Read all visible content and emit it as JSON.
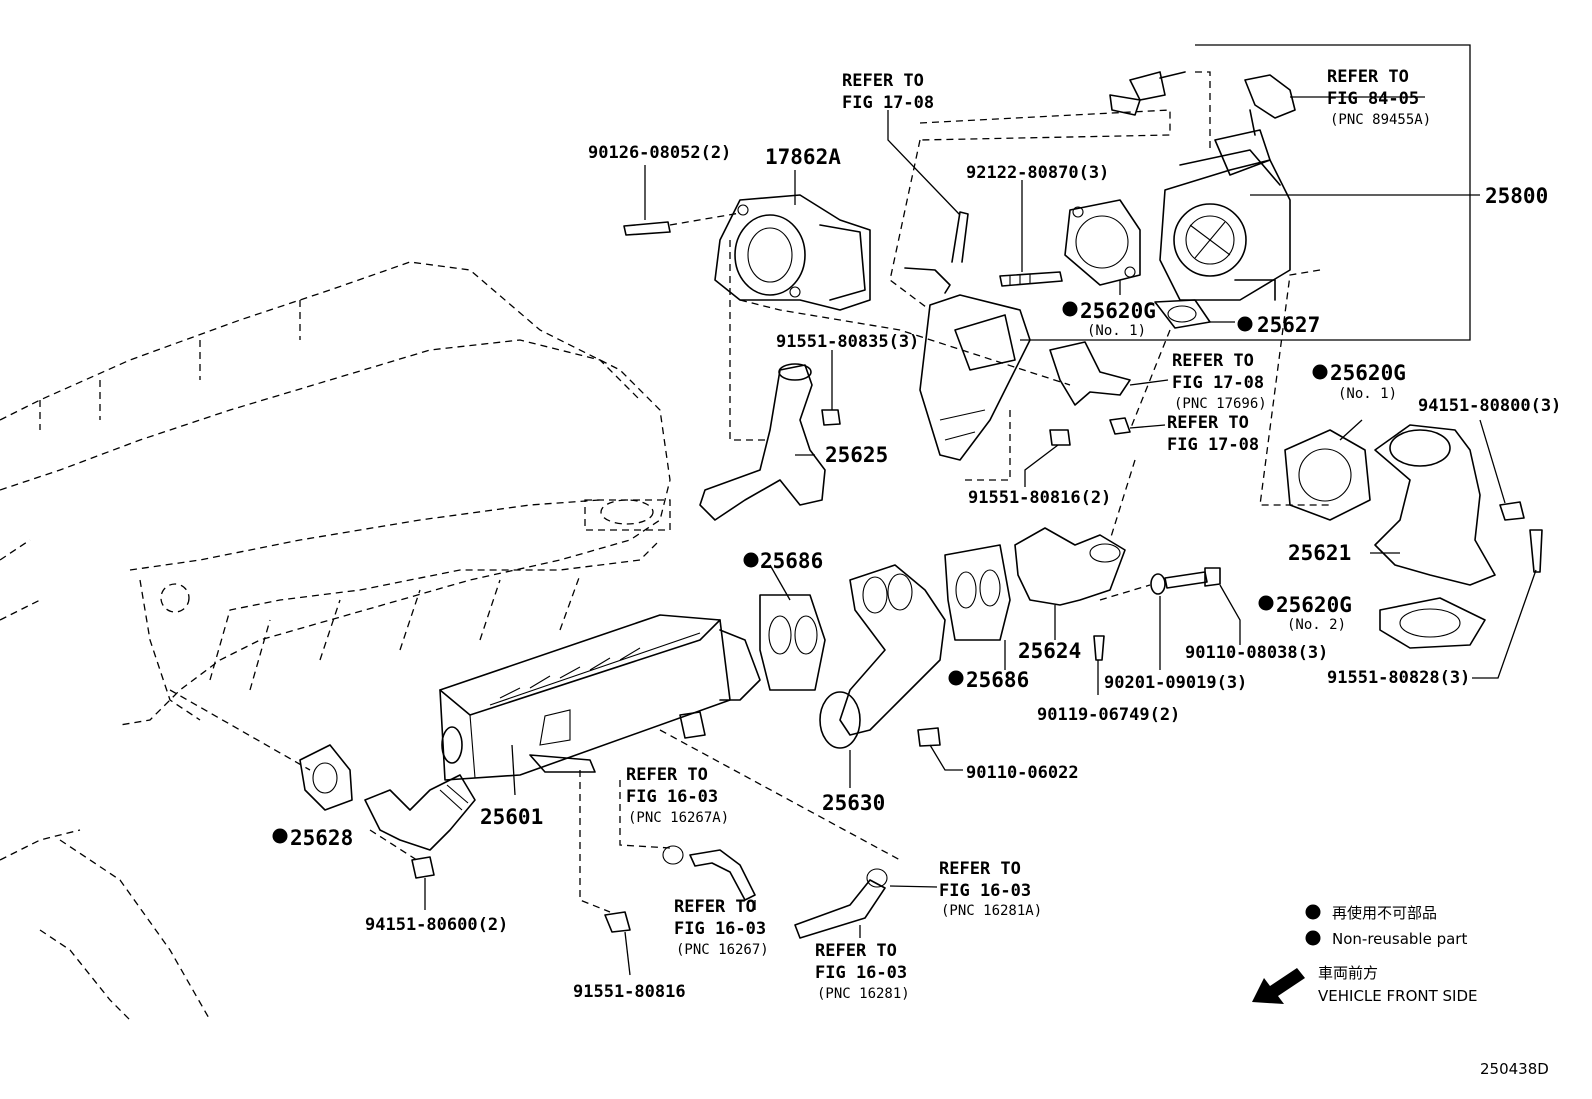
{
  "diagram_code": "250438D",
  "callouts": {
    "p1": "90126-08052(2)",
    "p2": "17862A",
    "p3": "REFER TO",
    "p4": "FIG 17-08",
    "p5": "92122-80870(3)",
    "p6": "REFER TO",
    "p7": "FIG 84-05",
    "p8": "(PNC 89455A)",
    "p9": "25800",
    "p10": "25620G",
    "p11": "(No. 1)",
    "p12": "25627",
    "p13": "91551-80835(3)",
    "p14": "REFER TO",
    "p15": "FIG 17-08",
    "p16": "(PNC 17696)",
    "p17": "REFER TO",
    "p18": "FIG 17-08",
    "p19": "25625",
    "p20": "91551-80816(2)",
    "p21": "25620G",
    "p22": "(No. 1)",
    "p23": "94151-80800(3)",
    "p24": "25686",
    "p25": "25621",
    "p26": "25624",
    "p27": "90110-08038(3)",
    "p28": "25620G",
    "p29": "(No. 2)",
    "p30": "25686",
    "p31": "90201-09019(3)",
    "p32": "91551-80828(3)",
    "p33": "90119-06749(2)",
    "p34": "REFER TO",
    "p35": "FIG 16-03",
    "p36": "(PNC 16267A)",
    "p37": "25601",
    "p38": "25630",
    "p39": "90110-06022",
    "p40": "25628",
    "p41": "REFER TO",
    "p42": "FIG 16-03",
    "p43": "(PNC 16281A)",
    "p44": "REFER TO",
    "p45": "FIG 16-03",
    "p46": "(PNC 16267)",
    "p47": "94151-80600(2)",
    "p48": "REFER TO",
    "p49": "FIG 16-03",
    "p50": "(PNC 16281)",
    "p51": "91551-80816"
  },
  "legend": {
    "nonreusable_jp": "再使用不可部品",
    "nonreusable_en": "Non-reusable part",
    "front_jp": "車両前方",
    "front_en": "VEHICLE FRONT SIDE"
  }
}
